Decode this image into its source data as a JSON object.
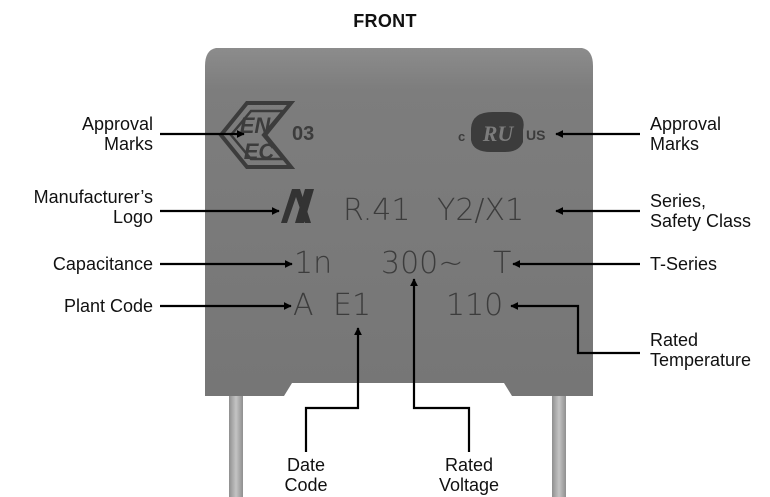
{
  "title": "FRONT",
  "labels": {
    "approval_left": [
      "Approval",
      "Marks"
    ],
    "approval_right": [
      "Approval",
      "Marks"
    ],
    "manufacturer": [
      "Manufacturer’s",
      "Logo"
    ],
    "series": [
      "Series,",
      "Safety Class"
    ],
    "capacitance": "Capacitance",
    "t_series": "T-Series",
    "plant_code": "Plant Code",
    "rated_temperature": [
      "Rated",
      "Temperature"
    ],
    "date_code": [
      "Date",
      "Code"
    ],
    "rated_voltage": [
      "Rated",
      "Voltage"
    ]
  },
  "markings": {
    "enec_number": "03",
    "ul_c": "c",
    "ul_us": "US",
    "series_code": "R.41",
    "safety_class": "Y2/X1",
    "capacitance": "1n",
    "voltage": "300~",
    "t": "T",
    "plant": "A",
    "date": "E1",
    "temperature": "110"
  },
  "colors": {
    "body": "#7c7c7c",
    "body_top": "#8a8a8a",
    "marking": "#3c3c3c",
    "lead": "#a8a8a8",
    "arrow": "#000000"
  }
}
